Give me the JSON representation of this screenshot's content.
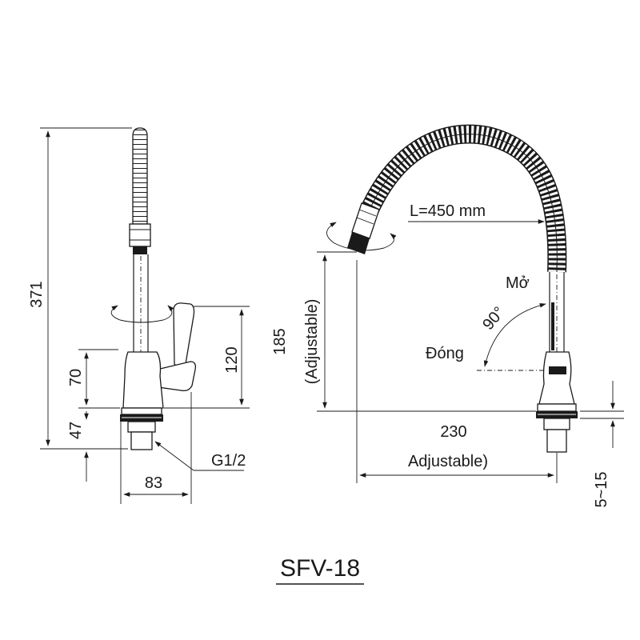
{
  "title": "SFV-18",
  "left_view": {
    "total_height": "371",
    "body_height": "70",
    "base_height": "47",
    "handle_height": "120",
    "width": "83",
    "thread": "G1/2"
  },
  "right_view": {
    "hose_length": "L=450 mm",
    "adjustable_height": "185",
    "adjustable_height_note": "(Adjustable)",
    "reach": "230",
    "reach_note": "Adjustable)",
    "open_label": "Mở",
    "closed_label": "Đóng",
    "angle": "90°",
    "counter_thickness": "5~15"
  }
}
